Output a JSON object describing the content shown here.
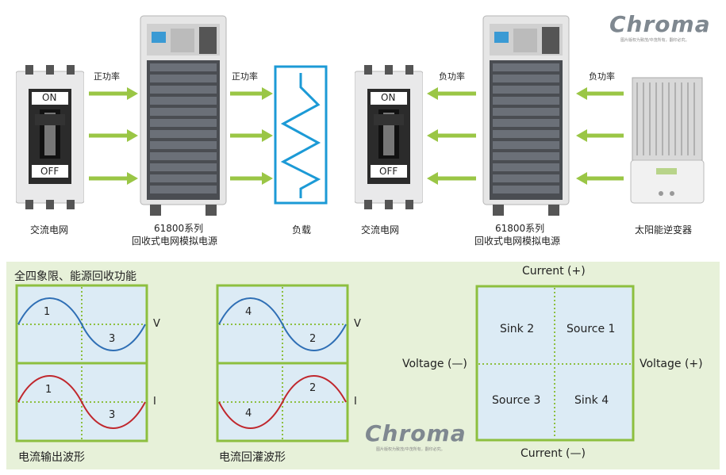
{
  "top": {
    "brand": "Chroma",
    "brand_sub": "图片版权为致茂/中茂所有，翻印必究。",
    "left_breaker_label": "交流电网",
    "left_supply_label_line1": "61800系列",
    "left_supply_label_line2": "回收式电网模拟电源",
    "load_label": "负载",
    "right_breaker_label": "交流电网",
    "right_supply_label_line1": "61800系列",
    "right_supply_label_line2": "回收式电网模拟电源",
    "inverter_label": "太阳能逆变器",
    "arrow_label_1": "正功率",
    "arrow_label_2": "正功率",
    "arrow_label_3": "负功率",
    "arrow_label_4": "负功率",
    "breaker_on": "ON",
    "breaker_off": "OFF"
  },
  "bottom": {
    "section_title": "全四象限、能源回收功能",
    "output_caption": "电流输出波形",
    "regen_caption": "电流回灌波形",
    "output_upper": {
      "label_a": "1",
      "label_b": "3",
      "side": "V"
    },
    "output_lower": {
      "label_a": "1",
      "label_b": "3",
      "side": "I"
    },
    "regen_upper": {
      "label_a": "4",
      "label_b": "2",
      "side": "V"
    },
    "regen_lower": {
      "label_a": "2",
      "label_b": "4",
      "side": "I"
    },
    "quadrant": {
      "top": "Current (+)",
      "bottom": "Current (—)",
      "left": "Voltage (—)",
      "right": "Voltage (+)",
      "q1": "Sink 2",
      "q2": "Source 1",
      "q3": "Source 3",
      "q4": "Sink 4"
    },
    "brand": "Chroma",
    "brand_sub": "图片版权为致茂/中茂所有，翻印必究。"
  },
  "colors": {
    "arrow_green": "#9ac645",
    "panel_bg": "#e7f1d9",
    "box_border": "#8dbf3f",
    "box_fill": "#dcebf5",
    "voltage_wave": "#2f6fb5",
    "current_wave": "#c0272d",
    "load_border": "#1c9ad6"
  }
}
